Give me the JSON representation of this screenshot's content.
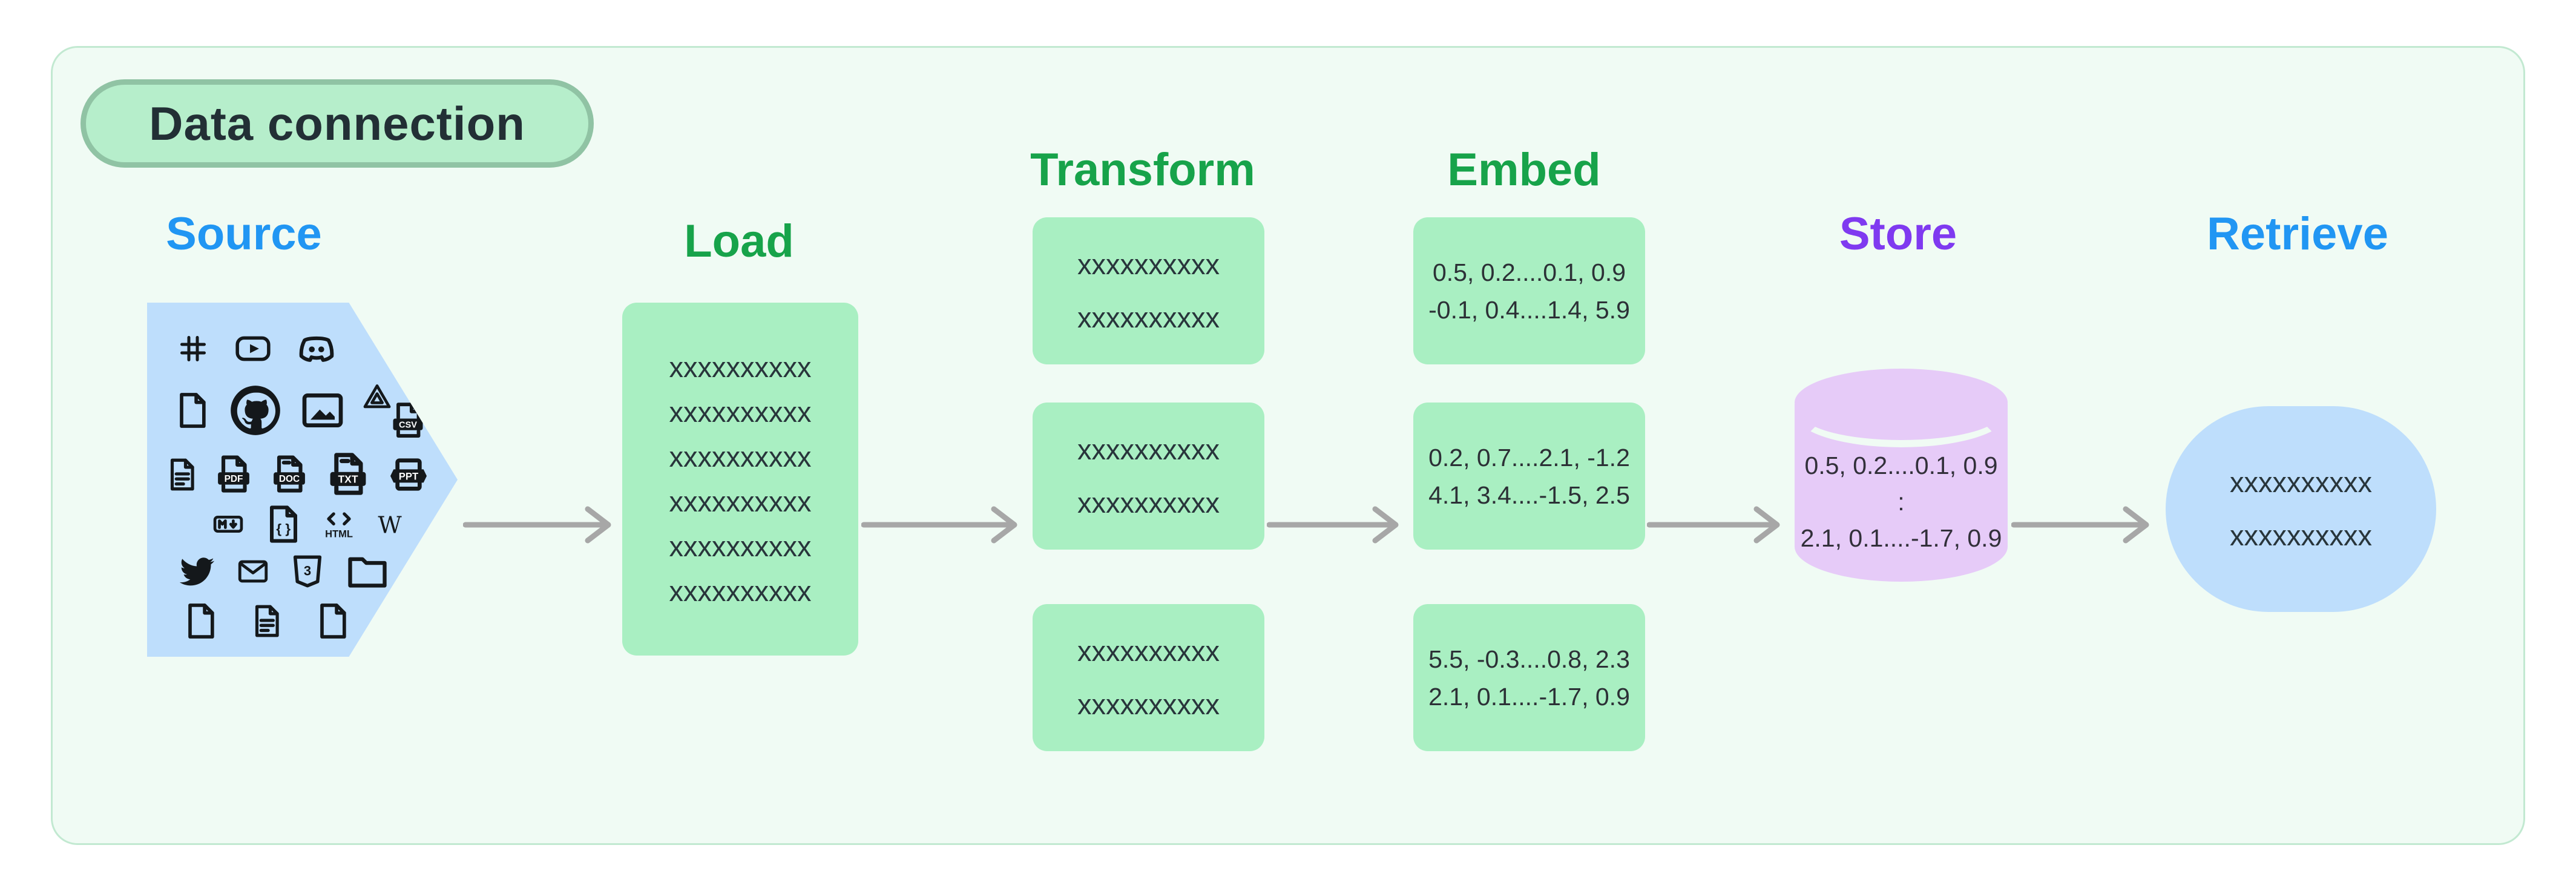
{
  "badge": {
    "label": "Data connection"
  },
  "headings": {
    "source": "Source",
    "load": "Load",
    "transform": "Transform",
    "embed": "Embed",
    "store": "Store",
    "retrieve": "Retrieve"
  },
  "colors": {
    "card_bg": "#f0fbf4",
    "card_border": "#c2e9d1",
    "badge_bg": "#b6eecb",
    "badge_border": "#90c3a4",
    "heading_blue": "#2196f3",
    "heading_green": "#17a34a",
    "heading_purple": "#7f3af0",
    "green_box": "#a9efc2",
    "blue_shape": "#bedefc",
    "purple_cylinder": "#e6cbf8",
    "arrow": "#a7a7a7"
  },
  "source": {
    "icon_rows": [
      [
        "slack",
        "youtube",
        "discord"
      ],
      [
        "file",
        "github",
        "image",
        "google-drive",
        "csv"
      ],
      [
        "file-text",
        "pdf",
        "doc",
        "txt",
        "ppt"
      ],
      [
        "markdown",
        "code-file",
        "html",
        "wikipedia"
      ],
      [
        "twitter",
        "email",
        "css3",
        "folder"
      ],
      [
        "file",
        "file-text",
        "file"
      ]
    ]
  },
  "load_box": {
    "lines": [
      "xxxxxxxxxx",
      "xxxxxxxxxx",
      "xxxxxxxxxx",
      "xxxxxxxxxx",
      "xxxxxxxxxx",
      "xxxxxxxxxx"
    ]
  },
  "transform_boxes": [
    {
      "lines": [
        "xxxxxxxxxx",
        "xxxxxxxxxx"
      ]
    },
    {
      "lines": [
        "xxxxxxxxxx",
        "xxxxxxxxxx"
      ]
    },
    {
      "lines": [
        "xxxxxxxxxx",
        "xxxxxxxxxx"
      ]
    }
  ],
  "embed_boxes": [
    {
      "lines": [
        "0.5, 0.2....0.1, 0.9",
        "-0.1, 0.4....1.4, 5.9"
      ]
    },
    {
      "lines": [
        "0.2, 0.7....2.1, -1.2",
        "4.1, 3.4....-1.5, 2.5"
      ]
    },
    {
      "lines": [
        "5.5, -0.3....0.8, 2.3",
        "2.1, 0.1....-1.7, 0.9"
      ]
    }
  ],
  "store_db": {
    "lines": [
      "0.5, 0.2....0.1, 0.9",
      ":",
      "2.1, 0.1....-1.7, 0.9"
    ]
  },
  "retrieve_box": {
    "lines": [
      "xxxxxxxxxx",
      "xxxxxxxxxx"
    ]
  }
}
